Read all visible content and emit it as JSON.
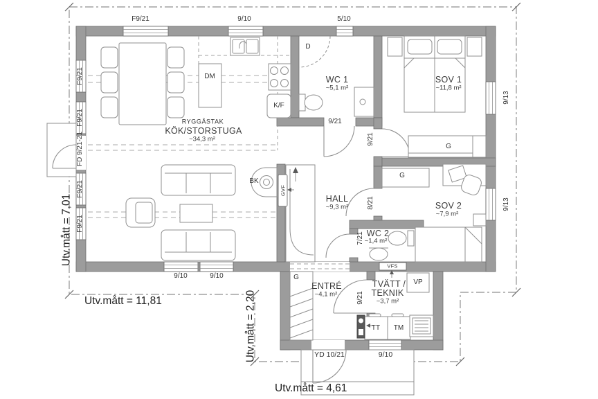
{
  "rooms": {
    "kitchen": {
      "ceiling": "RYGGÅSTAK",
      "name": "KÖK/STORSTUGA",
      "area": "~34,3 m²"
    },
    "wc1": {
      "name": "WC 1",
      "area": "~5,1 m²"
    },
    "sov1": {
      "name": "SOV 1",
      "area": "~11,8 m²"
    },
    "hall": {
      "name": "HALL",
      "area": "~9,3 m²"
    },
    "sov2": {
      "name": "SOV 2",
      "area": "~7,9 m²"
    },
    "wc2": {
      "name": "WC 2",
      "area": "~1,4 m²"
    },
    "entre": {
      "name": "ENTRÉ",
      "area": "~4,1 m²"
    },
    "laundry": {
      "name_line1": "TVÄTT /",
      "name_line2": "TEKNIK",
      "area": "~3,7 m²"
    }
  },
  "openings": {
    "top_window1": "F9/21",
    "top_window2": "9/10",
    "top_window3": "5/10",
    "left_window1": "F9/21",
    "left_window2": "F9/21",
    "left_door": "FD 9/21-21",
    "left_window3": "F9/21",
    "left_window4": "F9/21",
    "right_window1": "9/13",
    "right_window2": "9/13",
    "bottom_window1": "9/10",
    "bottom_window2": "9/10",
    "entry_door": "YD 10/21",
    "laundry_window": "9/10",
    "wc1_door": "9/21",
    "sov1_door": "9/21",
    "sov2_door": "8/21",
    "wc2_door": "7/21",
    "laundry_door": "9/21"
  },
  "dimensions": {
    "overall_width": "Utv.mått = 11,81",
    "overall_depth": "Utv.mått = 7,01",
    "extension_depth": "Utv.mått = 2,20",
    "extension_width": "Utv.mått = 4,61"
  },
  "fixtures": {
    "dishwasher": "DM",
    "fridge_freezer": "K/F",
    "wood_stove": "BK",
    "shower": "D",
    "floor_heating_manifold": "GVF",
    "water_distributor": "VFS",
    "heat_pump": "VP",
    "dryer": "TT",
    "washing_machine": "TM",
    "wardrobe": "G"
  },
  "colors": {
    "wall_fill": "#9c9c9c",
    "wall_edge": "#6e6e6e",
    "furniture_line": "#8f8f8f",
    "dash_line": "#a2a2a2",
    "text": "#333333",
    "background": "#ffffff"
  }
}
